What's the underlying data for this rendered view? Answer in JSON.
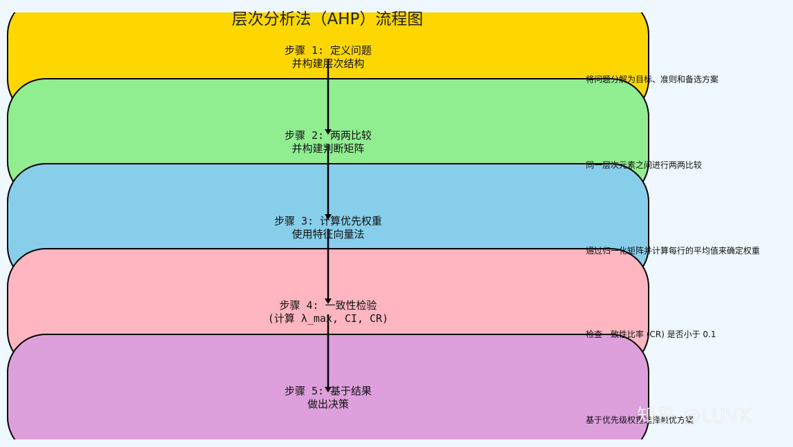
{
  "title": "层次分析法（AHP）流程图",
  "steps": [
    {
      "line1": "步骤 1: 定义问题",
      "line2": "并构建层次结构",
      "note": "将问题分解为目标、准则和备选方案",
      "color": "#ffd700"
    },
    {
      "line1": "步骤 2: 两两比较",
      "line2": "并构建判断矩阵",
      "note": "同一层次元素之间进行两两比较",
      "color": "#90ee90"
    },
    {
      "line1": "步骤 3: 计算优先权重",
      "line2": "使用特征向量法",
      "note": "通过归一化矩阵并计算每行的平均值来确定权重",
      "color": "#87ceeb"
    },
    {
      "line1": "步骤 4: 一致性检验",
      "line2": "(计算 λ_max, CI, CR)",
      "note": "检查一致性比率 (CR) 是否小于 0.1",
      "color": "#ffb6c1"
    },
    {
      "line1": "步骤 5: 基于结果",
      "line2": "做出决策",
      "note": "基于优先级权重选择最优方案",
      "color": "#dda0dd"
    }
  ],
  "watermark": "知乎 @LUVK"
}
